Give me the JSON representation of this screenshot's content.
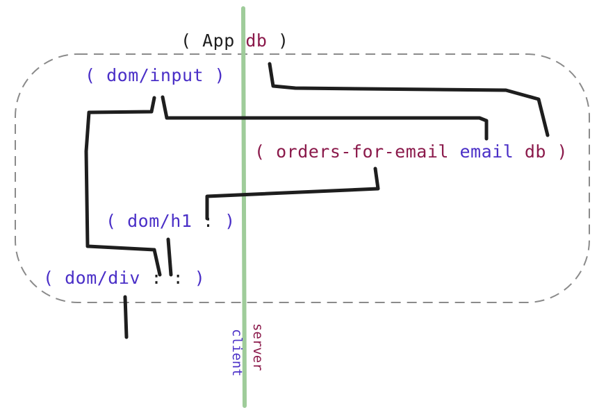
{
  "colors": {
    "purple": "#4a2fc7",
    "crimson": "#8b1a4b",
    "ink": "#1e1e1e",
    "divider": "#9fcc9a",
    "boundary": "#8a8a8a"
  },
  "app_expr": {
    "open": "( App",
    "arg": "db",
    "close": ")"
  },
  "dom_input": {
    "open": "( dom/input",
    "close": ")"
  },
  "orders_expr": {
    "open": "( orders-for-email",
    "arg1": "email",
    "arg2": "db",
    "close": ")"
  },
  "dom_h1": {
    "open": "( dom/h1",
    "arg": ":",
    "close": ")"
  },
  "dom_div": {
    "open": "( dom/div",
    "arg1": ":",
    "arg2": ":",
    "close": ")"
  },
  "sides": {
    "server": "server",
    "client": "client"
  }
}
